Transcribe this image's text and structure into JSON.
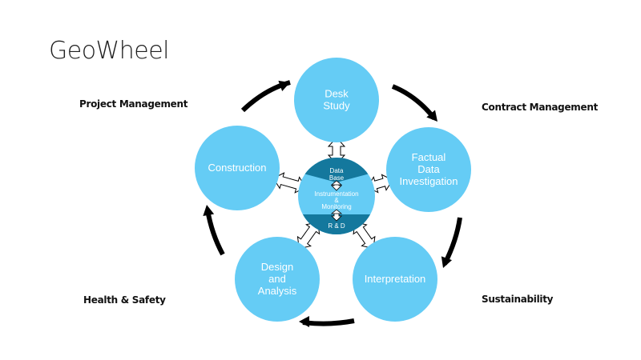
{
  "title": "GeoWheel",
  "colors": {
    "node_fill": "#65ccf5",
    "hub_fill": "#65ccf5",
    "hub_band": "#14789d",
    "cycle_arrow": "#000000",
    "connector_fill": "#ffffff",
    "connector_stroke": "#000000"
  },
  "nodes": [
    {
      "id": "desk-study",
      "lines": [
        "Desk",
        "Study"
      ]
    },
    {
      "id": "factual-data-investigation",
      "lines": [
        "Factual",
        "Data",
        "Investigation"
      ]
    },
    {
      "id": "interpretation",
      "lines": [
        "Interpretation"
      ]
    },
    {
      "id": "design-and-analysis",
      "lines": [
        "Design",
        "and",
        "Analysis"
      ]
    },
    {
      "id": "construction",
      "lines": [
        "Construction"
      ]
    }
  ],
  "hub": {
    "top_band": [
      "Data",
      "Base"
    ],
    "middle": [
      "Instrumentation",
      "&",
      "Monitoring"
    ],
    "bottom_band": [
      "R & D"
    ]
  },
  "side_labels": {
    "top_left": "Project Management",
    "top_right": "Contract Management",
    "bottom_left": "Health & Safety",
    "bottom_right": "Sustainability"
  }
}
